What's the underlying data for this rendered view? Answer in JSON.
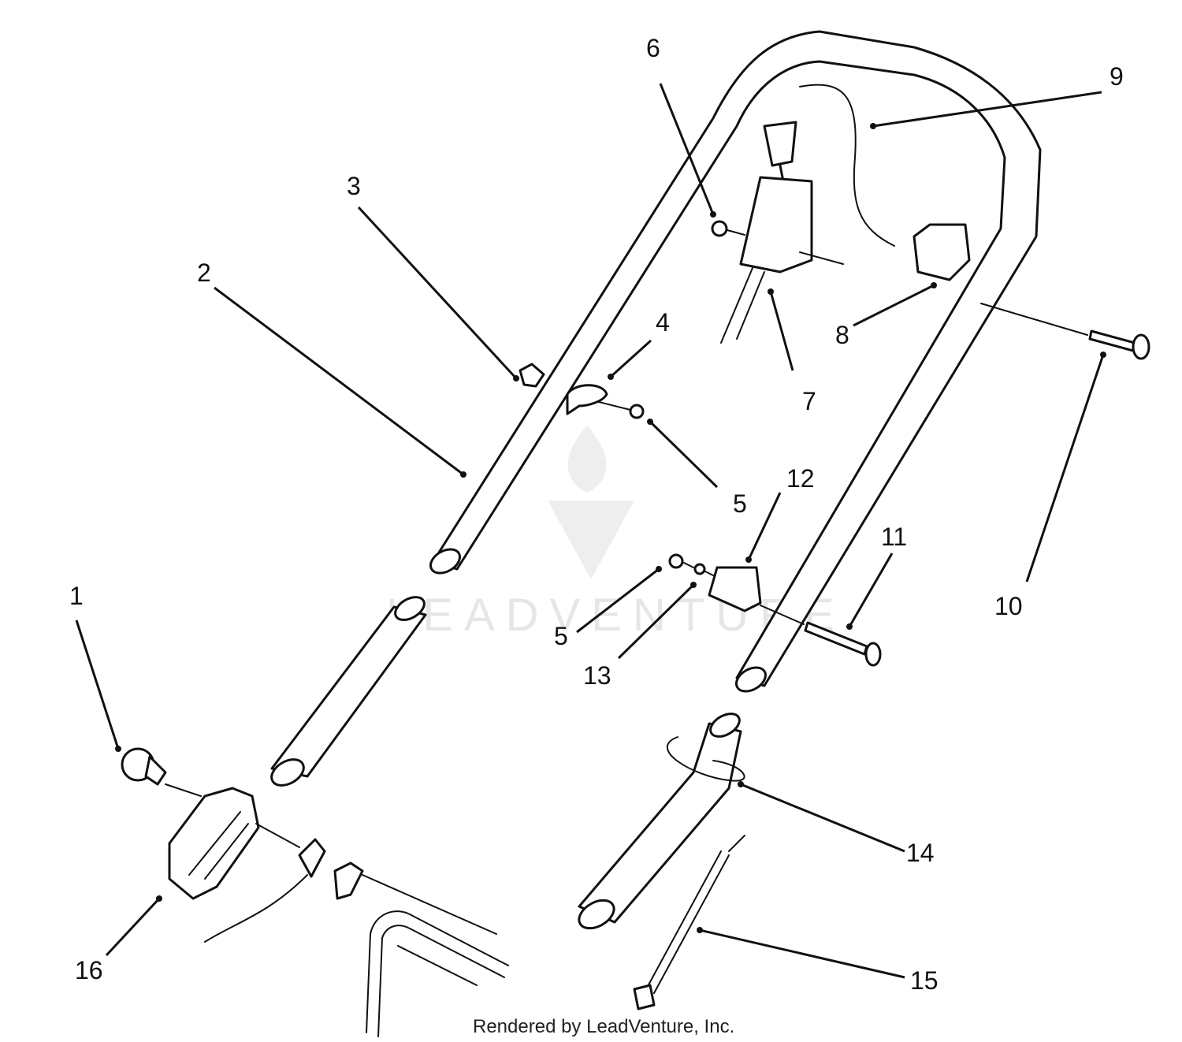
{
  "diagram": {
    "callouts": [
      {
        "label": "1"
      },
      {
        "label": "2"
      },
      {
        "label": "3"
      },
      {
        "label": "4"
      },
      {
        "label": "5"
      },
      {
        "label": "6"
      },
      {
        "label": "7"
      },
      {
        "label": "8"
      },
      {
        "label": "9"
      },
      {
        "label": "10"
      },
      {
        "label": "11"
      },
      {
        "label": "12"
      },
      {
        "label": "5"
      },
      {
        "label": "13"
      },
      {
        "label": "14"
      },
      {
        "label": "15"
      },
      {
        "label": "16"
      }
    ],
    "watermark": "LEADVENTURE",
    "footer": "Rendered by LeadVenture, Inc."
  }
}
